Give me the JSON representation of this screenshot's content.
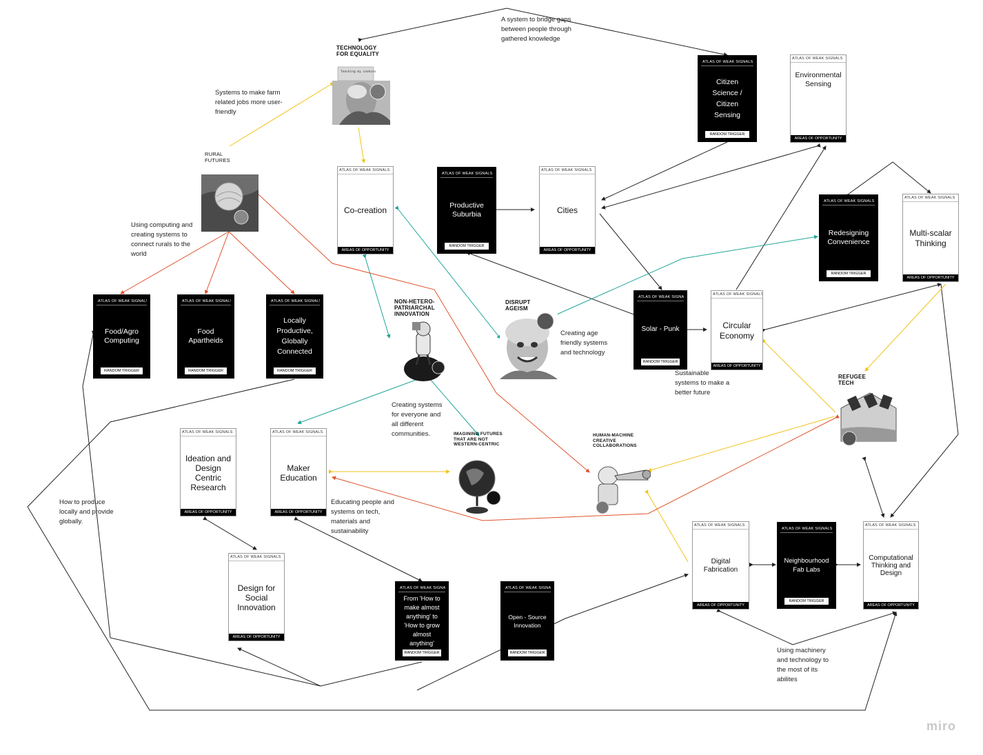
{
  "header_label": "ATLAS OF WEAK SIGNALS",
  "footer_aoo": "AREAS OF OPPORTUNITY",
  "footer_rt": "RANDOM TRIGGER",
  "cards": {
    "cocreation": "Co-creation",
    "productive": "Productive Suburbia",
    "cities": "Cities",
    "citizen": "Citizen Science / Citizen Sensing",
    "envsensing": "Environmental Sensing",
    "redesign": "Redesigning Convenience",
    "multiscalar": "Multi-scalar Thinking",
    "foodagro": "Food/Agro Computing",
    "foodapart": "Food Apartheids",
    "locally": "Locally Productive, Globally Connected",
    "solarpunk": "Solar - Punk",
    "circular": "Circular Economy",
    "ideation": "Ideation and Design Centric Research",
    "maker": "Maker Education",
    "dsi": "Design for Social Innovation",
    "howto": "From 'How to make almost anything' to 'How to grow almost anything'",
    "opensource": "Open - Source Innovation",
    "digifab": "Digital Fabrication",
    "fablabs": "Neighbourhood Fab Labs",
    "computational": "Computational Thinking and Design"
  },
  "signals": {
    "tech_equality": "TECHNOLOGY FOR EQUALITY",
    "rural": "RURAL FUTURES",
    "nonhetero": "NON-HETERO-PATRIARCHAL INNOVATION",
    "ageism": "DISRUPT AGEISM",
    "imagining": "IMAGINING FUTURES THAT ARE NOT WESTERN-CENTRIC",
    "humanmachine": "HUMAN-MACHINE CREATIVE COLLABORATIONS",
    "refugee": "REFUGEE TECH"
  },
  "sign_text": "Teaching my cookies",
  "notes": {
    "bridge": "A system to bridge gaps between people through gathered knowledge",
    "farm": "Systems to make farm related jobs more user-friendly",
    "rural_connect": "Using computing and creating systems to connect rurals to the world",
    "age": "Creating age friendly systems and technology",
    "sustainable": "Sustainable systems to make a better future",
    "everyone": "Creating systems for everyone and all different communities.",
    "produce": "How to produce locally and provide globally.",
    "educating": "Educating people and systems on tech, materials and sustainability",
    "machinery": "Using machinery and technology to the most of its abilites"
  },
  "brand": "miro",
  "colors": {
    "black_link": "#222222",
    "yellow_link": "#f2c21a",
    "teal_link": "#1fa597",
    "red_link": "#e0522d"
  }
}
